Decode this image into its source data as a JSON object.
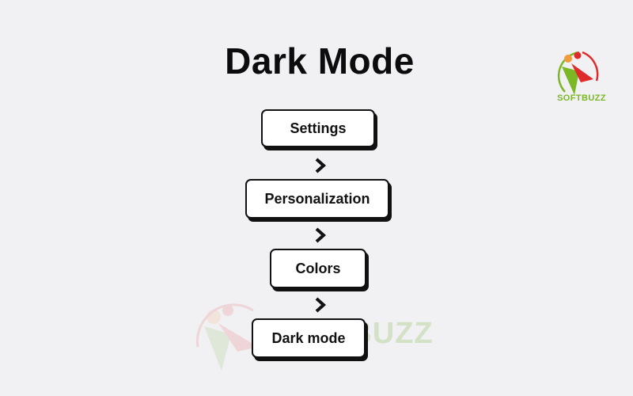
{
  "title": "Dark Mode",
  "steps": [
    {
      "label": "Settings"
    },
    {
      "label": "Personalization"
    },
    {
      "label": "Colors"
    },
    {
      "label": "Dark mode"
    }
  ],
  "brand": {
    "name": "SOFTBUZZ"
  },
  "watermark": {
    "text": "SOFTBUZZ"
  },
  "colors": {
    "background": "#f1f0f3",
    "box_border": "#111111",
    "brand_green": "#7ab826",
    "brand_red": "#e02b2b",
    "brand_orange": "#f39a3a"
  },
  "icons": [
    "chevron-right-icon",
    "softbuzz-logo"
  ]
}
